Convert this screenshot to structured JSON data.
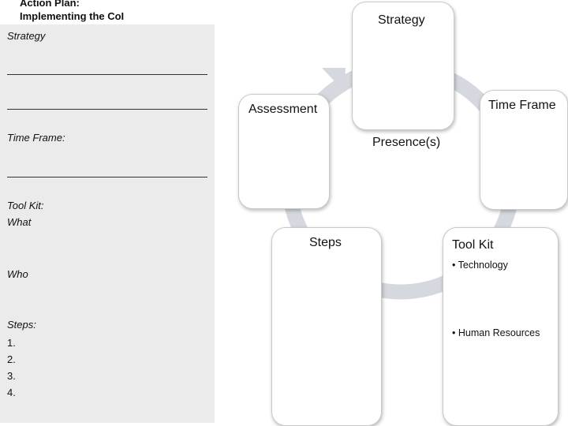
{
  "header": {
    "line1": "Action Plan:",
    "line2": "Implementing the CoI"
  },
  "panel": {
    "strategy": "Strategy",
    "time_frame": "Time Frame:",
    "tool_kit": "Tool Kit:",
    "what": "What",
    "who": "Who",
    "steps": "Steps:",
    "numbers": [
      "1.",
      "2.",
      "3.",
      "4."
    ]
  },
  "diagram": {
    "center_label": "Presence(s)",
    "strategy": "Strategy",
    "time_frame": "Time Frame",
    "tool_kit": "Tool Kit",
    "tool_kit_items": [
      "• Technology",
      "• Human Resources"
    ],
    "steps": "Steps",
    "assessment": "Assessment"
  },
  "colors": {
    "panel": "#ebebeb",
    "ring": "#d5d9df",
    "box_border": "#c9c9c9"
  }
}
